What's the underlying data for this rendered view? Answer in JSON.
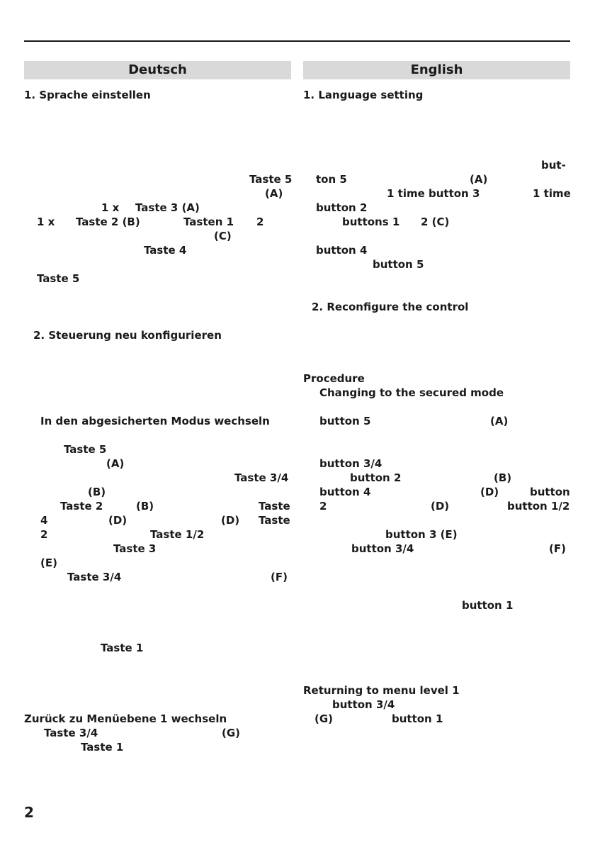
{
  "columns": {
    "left_title": "Deutsch",
    "right_title": "English"
  },
  "de": {
    "h1": "1. Sprache einstellen",
    "taste5_a": "Taste 5",
    "a1": "(A)",
    "x1": "1 x",
    "taste3a": "Taste 3 (A)",
    "x2": "1 x",
    "taste2b": "Taste 2 (B)",
    "tasten1": "Tasten 1",
    "two": "2",
    "c1": "(C)",
    "taste4": "Taste  4",
    "taste5_b": "Taste 5",
    "h2": "2. Steuerung neu konfigurieren",
    "secured": "In den abgesicherten Modus wechseln",
    "taste5_c": "Taste  5",
    "a2": "(A)",
    "taste34_a": "Taste  3/4",
    "b1": "(B)",
    "taste2_b": "Taste 2",
    "b2": "(B)",
    "taste_a": "Taste",
    "four": "4",
    "d1": "(D)",
    "d2": "(D)",
    "taste_b": "Taste",
    "two_b": "2",
    "taste12": "Taste 1/2",
    "taste3_b": "Taste 3",
    "e1": "(E)",
    "taste34_b": "Taste   3/4",
    "f1": "(F)",
    "taste1_a": "Taste 1",
    "back": "Zurück zu Menüebene 1 wechseln",
    "taste34_c": "Taste 3/4",
    "g1": "(G)",
    "taste1_b": "Taste 1"
  },
  "en": {
    "h1": "1. Language setting",
    "but": "but-",
    "ton5": "ton 5",
    "a1": "(A)",
    "time_b3": "1 time button 3",
    "time1": "1 time",
    "button2": "button 2",
    "buttons1": "buttons 1",
    "two_c": "2 (C)",
    "button4": "button 4",
    "button5_a": "button 5",
    "h2": "2. Reconfigure the control",
    "procedure": "Procedure",
    "changing": "Changing to the secured mode",
    "button5_b": "button 5",
    "a2": "(A)",
    "button34_a": "button 3/4",
    "button2_b": "button 2",
    "b1": "(B)",
    "button4_b": "button 4",
    "d1": "(D)",
    "button_a": "button",
    "two_b": "2",
    "d2": "(D)",
    "button12": "button 1/2",
    "button3e": "button 3 (E)",
    "button34_b": "button 3/4",
    "f1": "(F)",
    "button1_a": "button   1",
    "returning": "Returning to menu level 1",
    "button34_c": "button 3/4",
    "g1": "(G)",
    "button1_b": "button 1"
  },
  "page_number": "2"
}
